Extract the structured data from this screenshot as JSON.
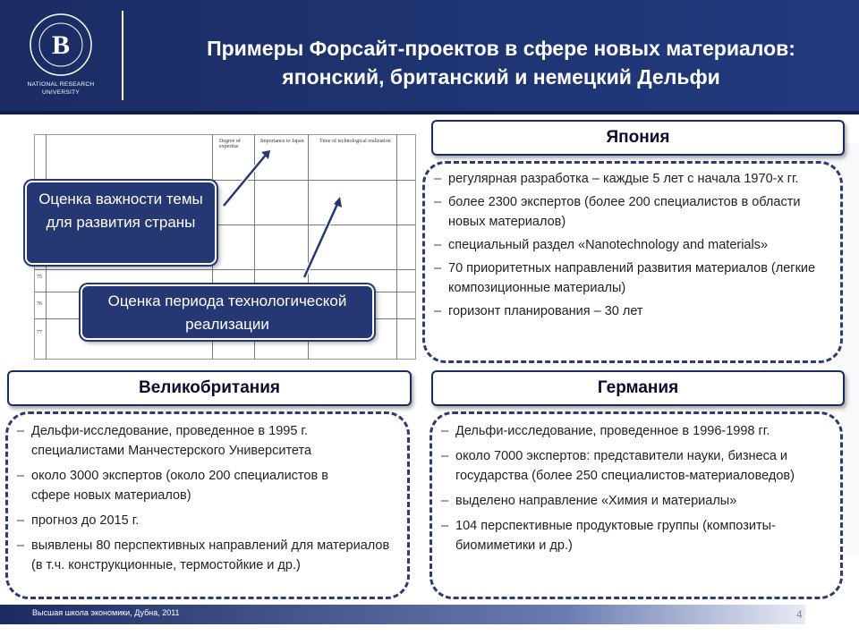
{
  "header": {
    "title_line1": "Примеры Форсайт-проектов в сфере новых материалов:",
    "title_line2": "японский, британский и немецкий Дельфи",
    "logo_caption": "NATIONAL RESEARCH UNIVERSITY"
  },
  "document": {
    "col_headers": [
      "Degree of expertise",
      "Importance to Japan",
      "Time of technological realization"
    ],
    "row_numbers": [
      "75",
      "76",
      "77"
    ]
  },
  "callouts": {
    "importance": "Оценка важности темы для развития страны",
    "period": "Оценка периода технологической реализации"
  },
  "japan": {
    "label": "Япония",
    "items": [
      "регулярная разработка – каждые 5 лет с начала 1970-х гг.",
      "более 2300 экспертов (более 200 специалистов в области новых материалов)",
      "специальный раздел «Nanotechnology and materials»",
      "70 приоритетных направлений развития материалов (легкие композиционные материалы)",
      "горизонт планирования – 30 лет"
    ]
  },
  "uk": {
    "label": "Великобритания",
    "items": [
      "Дельфи-исследование, проведенное в 1995 г. специалистами Манчестерского Университета",
      "около 3000 экспертов (около 200 специалистов в сфере новых материалов)",
      "прогноз до 2015 г.",
      "выявлены 80 перспективных направлений для материалов (в т.ч. конструкционные, термостойкие и др.)"
    ]
  },
  "germany": {
    "label": "Германия",
    "items": [
      "Дельфи-исследование, проведенное в 1996-1998 гг.",
      "около 7000 экспертов: представители науки, бизнеса и государства (более 250 специалистов-материаловедов)",
      "выделено направление «Химия и материалы»",
      "104 перспективные продуктовые группы (композиты-биомиметики и др.)"
    ]
  },
  "footer": {
    "text": "Высшая школа экономики, Дубна, 2011",
    "page": "4"
  }
}
